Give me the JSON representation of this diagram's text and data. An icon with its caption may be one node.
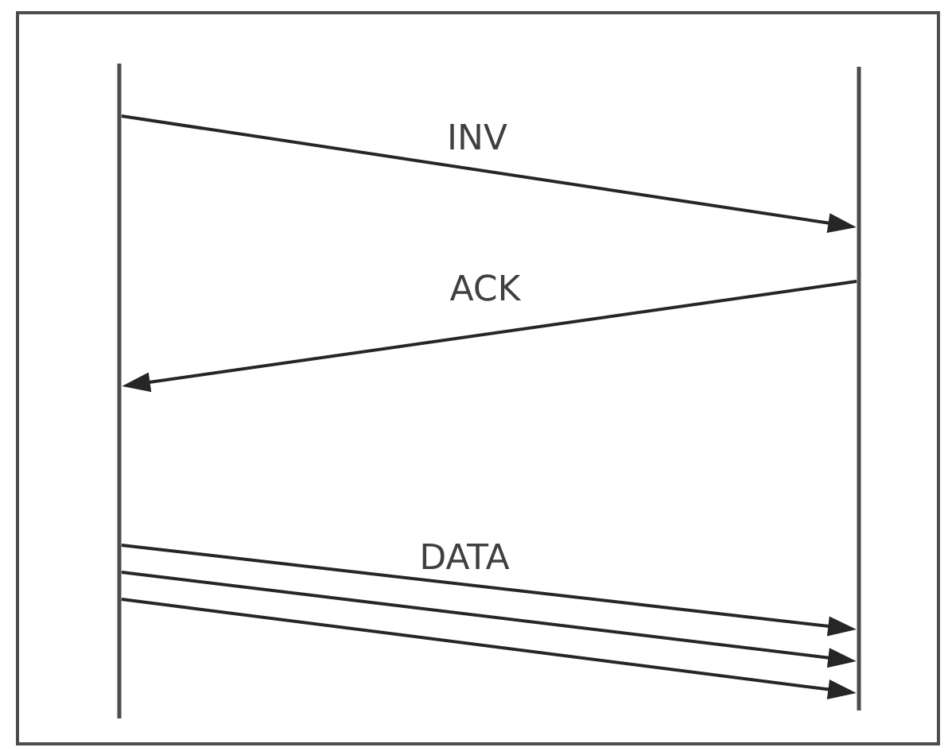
{
  "diagram": {
    "nodes": [
      {
        "text": [],
        "shape": "bar"
      },
      {
        "text": [],
        "shape": "bar"
      }
    ],
    "edges": [
      {
        "from": 0,
        "to": 1,
        "arrow": "to",
        "label": "INV"
      },
      {
        "from": 1,
        "to": 0,
        "arrow": "to",
        "label": "ACK"
      },
      {
        "from": 0,
        "to": 1,
        "arrow": "to",
        "label": "DATA"
      },
      {
        "from": 0,
        "to": 1,
        "arrow": "to"
      },
      {
        "from": 0,
        "to": 1,
        "arrow": "to"
      }
    ]
  }
}
